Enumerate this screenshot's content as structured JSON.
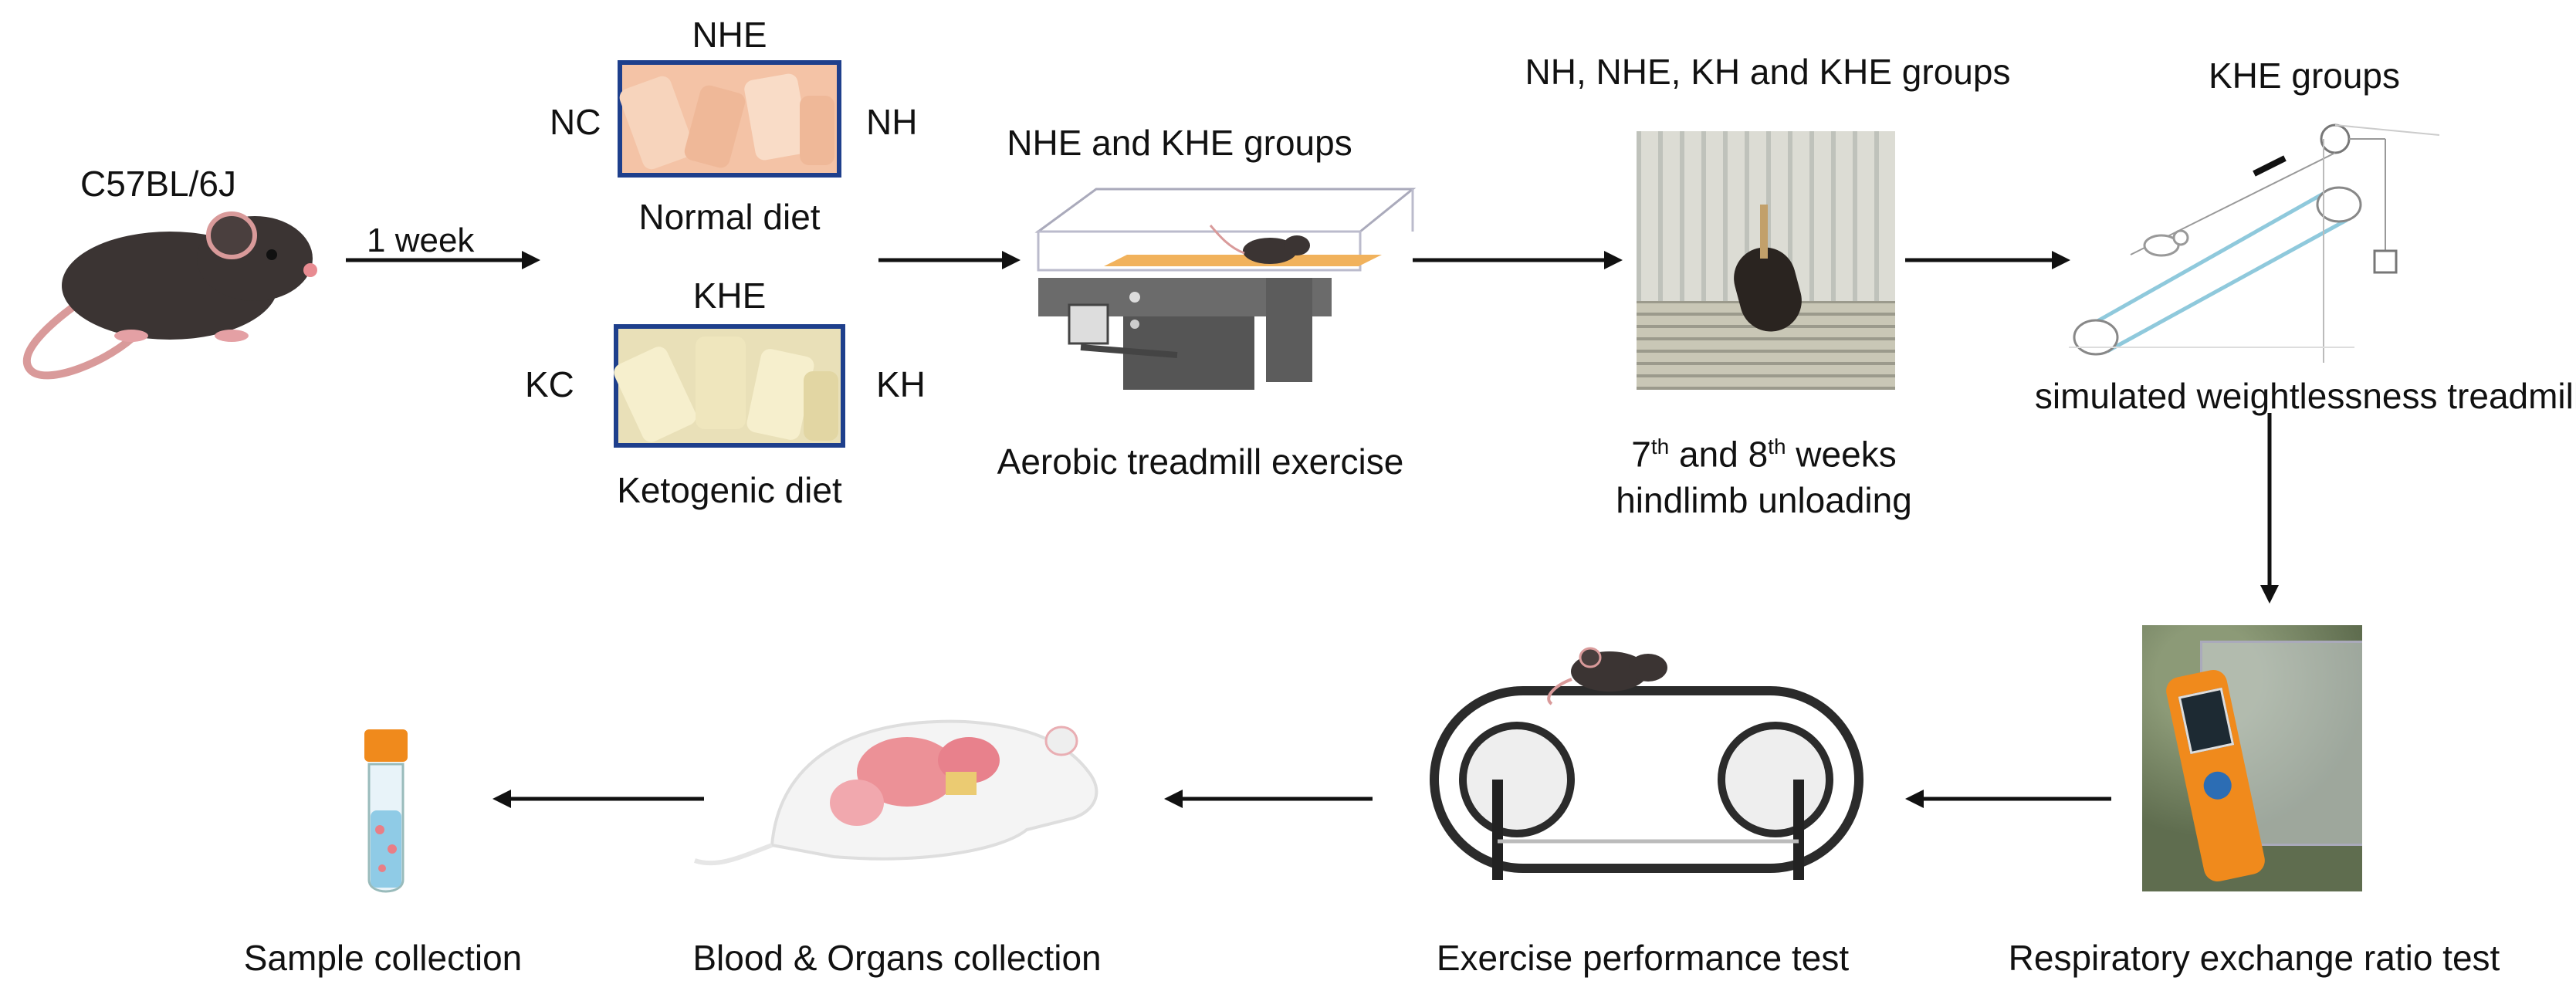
{
  "strain": "C57BL/6J",
  "week": "1 week",
  "normal": {
    "top": "NHE",
    "left": "NC",
    "right": "NH",
    "caption": "Normal diet"
  },
  "keto": {
    "top": "KHE",
    "left": "KC",
    "right": "KH",
    "caption": "Ketogenic diet"
  },
  "aerobic": {
    "groups": "NHE and KHE groups",
    "caption": "Aerobic treadmill exercise"
  },
  "unloading": {
    "groups": "NH, NHE, KH and KHE groups",
    "w1": "7",
    "sup1": "th",
    "and": " and 8",
    "sup2": "th",
    "weeks": " weeks",
    "line2": "hindlimb unloading"
  },
  "weightless": {
    "groups": "KHE groups",
    "caption": "simulated weightlessness treadmill"
  },
  "rer": {
    "caption": "Respiratory exchange ratio test"
  },
  "exercise": {
    "caption": "Exercise performance test"
  },
  "organs": {
    "caption": "Blood & Organs collection"
  },
  "sample": {
    "caption": "Sample collection"
  },
  "colors": {
    "arrow": "#111111",
    "mouse": "#3b3433",
    "orange": "#f08a1c",
    "organ": "#e97e86"
  }
}
